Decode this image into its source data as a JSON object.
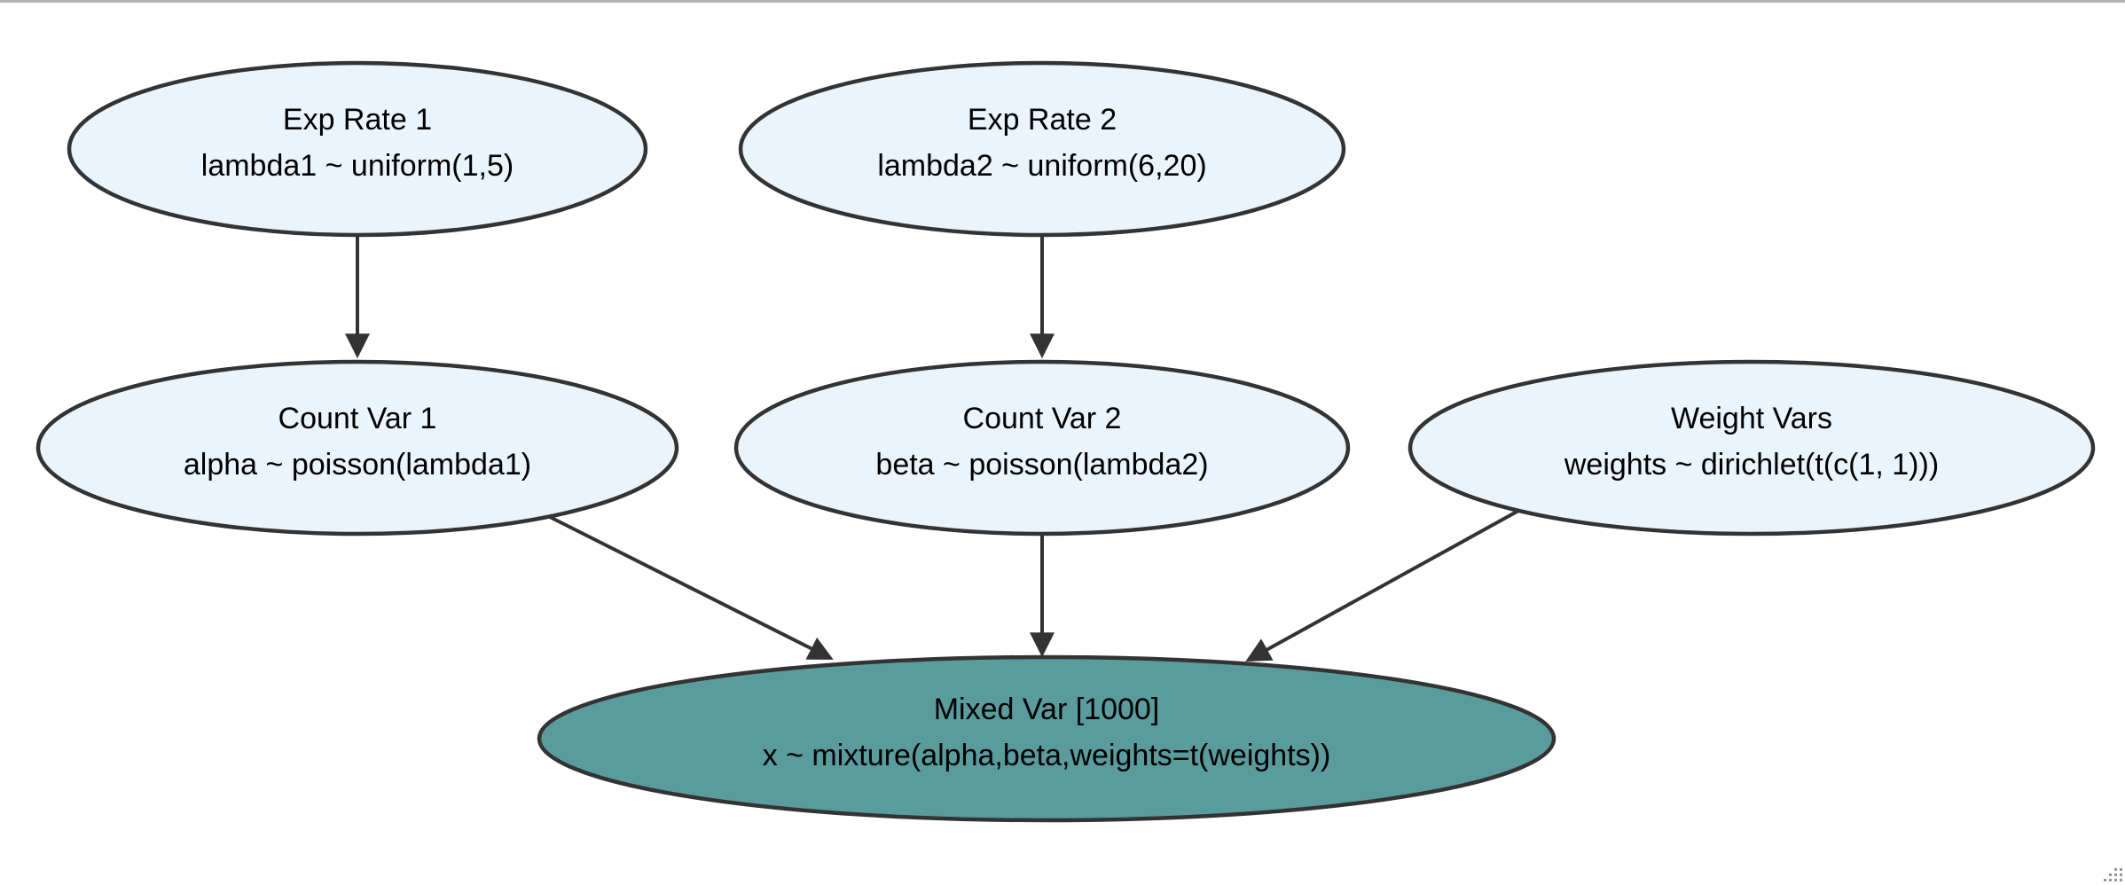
{
  "theme": {
    "background": "#FFFFFF",
    "top_border": "#B3B3B6",
    "node_fill": "#EAF4FC",
    "observed_fill": "#5A9B9D",
    "node_stroke": "#333333",
    "edge_color": "#333333",
    "text_color": "#000000",
    "grip": "#969696"
  },
  "diagram": {
    "type": "dag",
    "nodes": [
      {
        "id": "exp_rate_1",
        "title": "Exp Rate 1",
        "formula": "lambda1 ~ uniform(1,5)",
        "role": "prior"
      },
      {
        "id": "exp_rate_2",
        "title": "Exp Rate 2",
        "formula": "lambda2 ~ uniform(6,20)",
        "role": "prior"
      },
      {
        "id": "count_var_1",
        "title": "Count Var 1",
        "formula": "alpha ~ poisson(lambda1)",
        "role": "latent"
      },
      {
        "id": "count_var_2",
        "title": "Count Var 2",
        "formula": "beta ~ poisson(lambda2)",
        "role": "latent"
      },
      {
        "id": "weight_vars",
        "title": "Weight Vars",
        "formula": "weights ~ dirichlet(t(c(1, 1)))",
        "role": "latent"
      },
      {
        "id": "mixed_var",
        "title": "Mixed Var [1000]",
        "formula": "x ~ mixture(alpha,beta,weights=t(weights))",
        "role": "observed"
      }
    ],
    "edges": [
      {
        "from": "exp_rate_1",
        "to": "count_var_1"
      },
      {
        "from": "exp_rate_2",
        "to": "count_var_2"
      },
      {
        "from": "count_var_1",
        "to": "mixed_var"
      },
      {
        "from": "count_var_2",
        "to": "mixed_var"
      },
      {
        "from": "weight_vars",
        "to": "mixed_var"
      }
    ]
  }
}
